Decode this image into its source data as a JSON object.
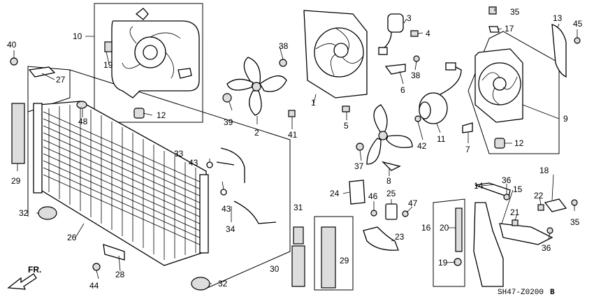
{
  "diagram": {
    "drawing_code": "SH47-Z0200",
    "drawing_code_suffix": "B",
    "front_label": "FR.",
    "callouts": [
      {
        "key": "c10",
        "label": "10"
      },
      {
        "key": "c19a",
        "label": "19"
      },
      {
        "key": "c12a",
        "label": "12"
      },
      {
        "key": "c40",
        "label": "40"
      },
      {
        "key": "c27",
        "label": "27"
      },
      {
        "key": "c48",
        "label": "48"
      },
      {
        "key": "c29a",
        "label": "29"
      },
      {
        "key": "c38a",
        "label": "38"
      },
      {
        "key": "c39",
        "label": "39"
      },
      {
        "key": "c2",
        "label": "2"
      },
      {
        "key": "c1",
        "label": "1"
      },
      {
        "key": "c41",
        "label": "41"
      },
      {
        "key": "c3",
        "label": "3"
      },
      {
        "key": "c4",
        "label": "4"
      },
      {
        "key": "c38b",
        "label": "38"
      },
      {
        "key": "c6",
        "label": "6"
      },
      {
        "key": "c5",
        "label": "5"
      },
      {
        "key": "c35a",
        "label": "35"
      },
      {
        "key": "c17",
        "label": "17"
      },
      {
        "key": "c13",
        "label": "13"
      },
      {
        "key": "c45",
        "label": "45"
      },
      {
        "key": "c9",
        "label": "9"
      },
      {
        "key": "c11",
        "label": "11"
      },
      {
        "key": "c42",
        "label": "42"
      },
      {
        "key": "c7",
        "label": "7"
      },
      {
        "key": "c12b",
        "label": "12"
      },
      {
        "key": "c37",
        "label": "37"
      },
      {
        "key": "c8",
        "label": "8"
      },
      {
        "key": "c33",
        "label": "33"
      },
      {
        "key": "c43a",
        "label": "43"
      },
      {
        "key": "c43b",
        "label": "43"
      },
      {
        "key": "c34",
        "label": "34"
      },
      {
        "key": "c32a",
        "label": "32"
      },
      {
        "key": "c26",
        "label": "26"
      },
      {
        "key": "c28",
        "label": "28"
      },
      {
        "key": "c44",
        "label": "44"
      },
      {
        "key": "c32b",
        "label": "32"
      },
      {
        "key": "c24",
        "label": "24"
      },
      {
        "key": "c46",
        "label": "46"
      },
      {
        "key": "c25",
        "label": "25"
      },
      {
        "key": "c47",
        "label": "47"
      },
      {
        "key": "c23",
        "label": "23"
      },
      {
        "key": "c31",
        "label": "31"
      },
      {
        "key": "c30",
        "label": "30"
      },
      {
        "key": "c29b",
        "label": "29"
      },
      {
        "key": "c14",
        "label": "14"
      },
      {
        "key": "c36a",
        "label": "36"
      },
      {
        "key": "c15",
        "label": "15"
      },
      {
        "key": "c18",
        "label": "18"
      },
      {
        "key": "c22",
        "label": "22"
      },
      {
        "key": "c35b",
        "label": "35"
      },
      {
        "key": "c21",
        "label": "21"
      },
      {
        "key": "c16",
        "label": "16"
      },
      {
        "key": "c20",
        "label": "20"
      },
      {
        "key": "c36b",
        "label": "36"
      },
      {
        "key": "c19b",
        "label": "19"
      }
    ]
  }
}
